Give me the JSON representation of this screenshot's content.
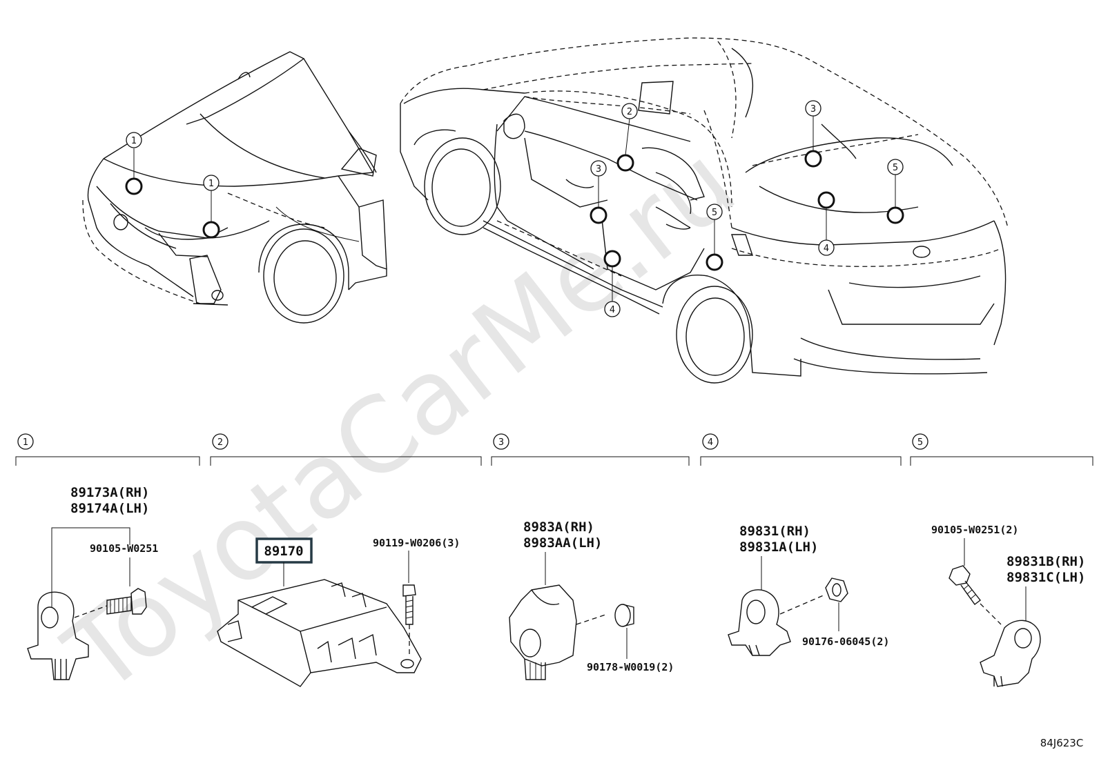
{
  "watermark": "ToyotaCarMe.ru",
  "reference_code": "84J623C",
  "callouts": {
    "front_car": [
      "1",
      "1"
    ],
    "interior_car": [
      "2",
      "3",
      "3",
      "4",
      "4",
      "5",
      "5"
    ]
  },
  "sections": [
    {
      "number": "1",
      "parts": [
        "89173A(RH)",
        "89174A(LH)",
        "90105-W0251"
      ]
    },
    {
      "number": "2",
      "parts": [
        "89170",
        "90119-W0206(3)"
      ]
    },
    {
      "number": "3",
      "parts": [
        "8983A(RH)",
        "8983AA(LH)",
        "90178-W0019(2)"
      ]
    },
    {
      "number": "4",
      "parts": [
        "89831(RH)",
        "89831A(LH)",
        "90176-06045(2)"
      ]
    },
    {
      "number": "5",
      "parts": [
        "90105-W0251(2)",
        "89831B(RH)",
        "89831C(LH)"
      ]
    }
  ]
}
